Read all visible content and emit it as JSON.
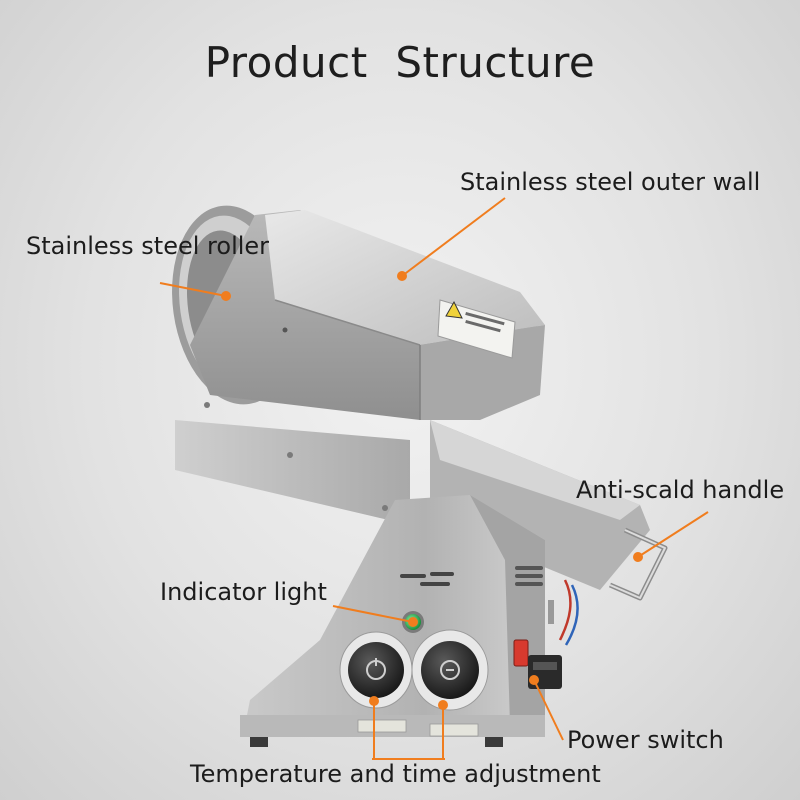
{
  "title": "Product  Structure",
  "labels": {
    "outer_wall": "Stainless steel outer wall",
    "roller": "Stainless steel roller",
    "handle": "Anti-scald handle",
    "indicator": "Indicator light",
    "power": "Power switch",
    "temp_time": "Temperature and time adjustment"
  },
  "colors": {
    "leader_line": "#f07d1e",
    "steel_light": "#d9d9d9",
    "steel_dark": "#9a9a9a",
    "knob": "#2b2b2b",
    "indicator_light": "#21b34a",
    "power_switch": "#d83a2e"
  }
}
